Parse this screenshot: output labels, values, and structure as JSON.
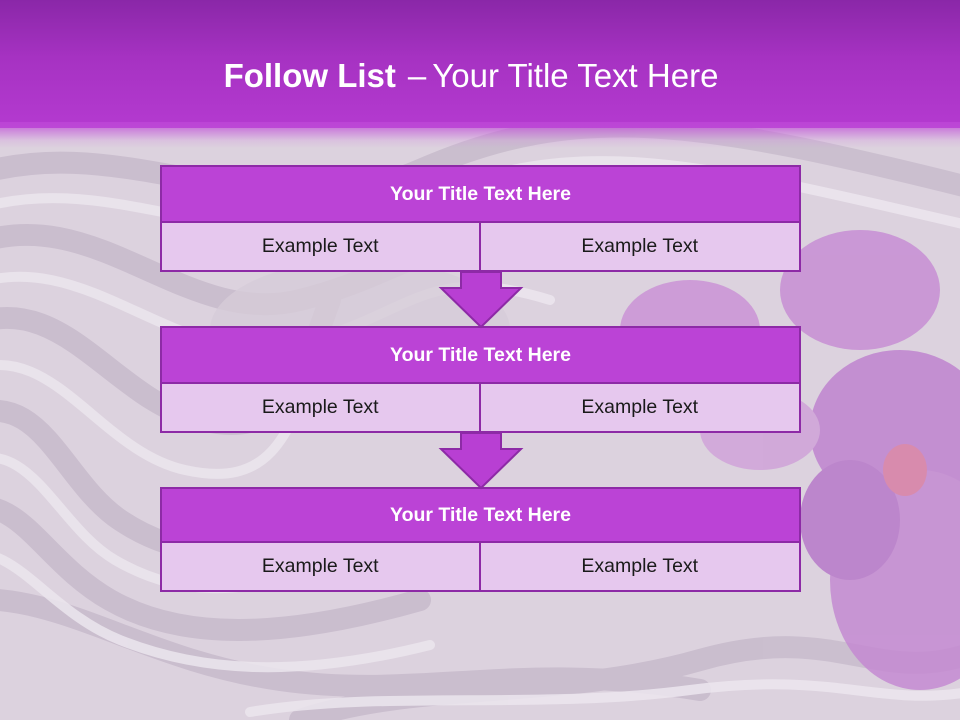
{
  "slide": {
    "title_bold": "Follow List",
    "title_dash": "–",
    "title_rest": "Your Title Text Here"
  },
  "steps": [
    {
      "title": "Your Title Text Here",
      "left": "Example Text",
      "right": "Example Text"
    },
    {
      "title": "Your Title Text Here",
      "left": "Example Text",
      "right": "Example Text"
    },
    {
      "title": "Your Title Text Here",
      "left": "Example Text",
      "right": "Example Text"
    }
  ],
  "colors": {
    "header": "#a632c2",
    "title_fill": "#bb43d6",
    "cell_fill": "#e6c8ee",
    "border": "#8d2aa6",
    "arrow": "#b83fd3"
  },
  "icons": [
    "down-arrow-icon",
    "down-arrow-icon"
  ]
}
